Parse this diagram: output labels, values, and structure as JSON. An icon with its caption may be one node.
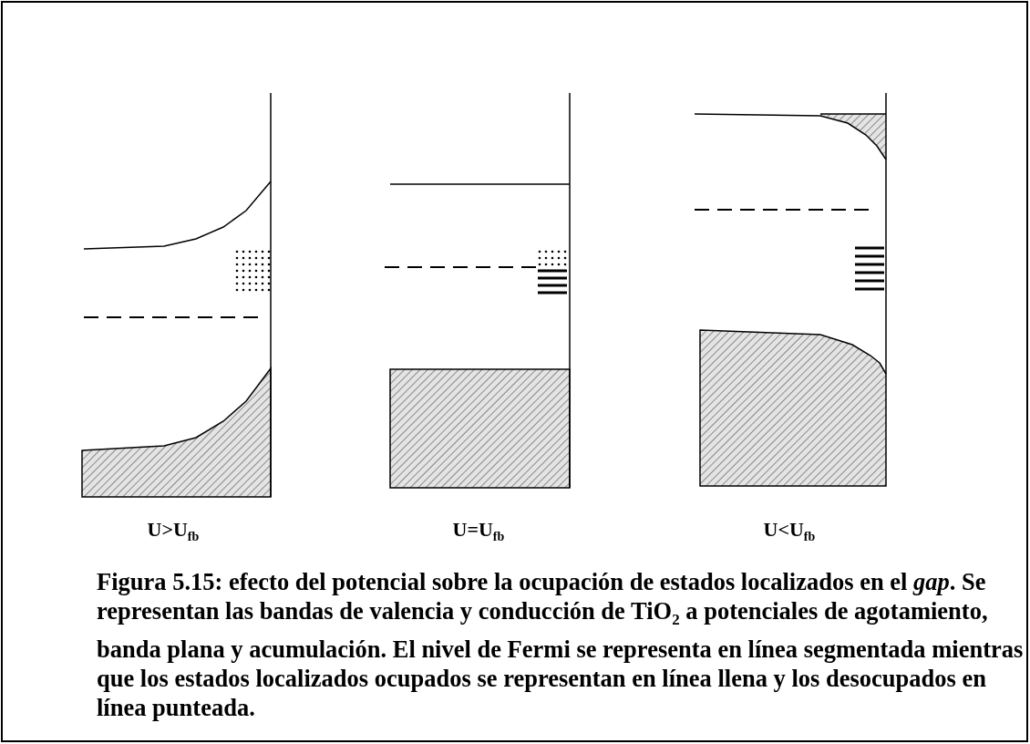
{
  "diagram": {
    "caption": "Figura 5.15: efecto del potencial sobre la ocupación de estados localizados en el *gap*. Se representan las bandas de valencia y conducción de TiO$_{2}$ a potenciales de agotamiento, banda plana y acumulación. El nivel de Fermi se representa en línea segmentada mientras que los estados localizados ocupados se representan en línea llena y los desocupados en línea punteada.",
    "labels": [
      "U>U$_{fb}$",
      "U=U$_{fb}$",
      "U<U$_{fb}$"
    ]
  }
}
